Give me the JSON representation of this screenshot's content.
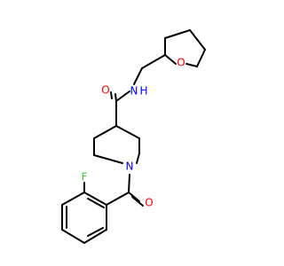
{
  "colors": {
    "background": "#ffffff",
    "bond": "#000000",
    "carbon": "#000000",
    "oxygen": "#ff0000",
    "nitrogen": "#0000ff",
    "fluorine": "#33cc33"
  },
  "atoms": {
    "o_ring": "O",
    "n_amide": "N",
    "h_amide": "H",
    "o_amide": "O",
    "n_piperidine": "N",
    "o_benzoyl": "O",
    "f_fluoro": "F"
  }
}
